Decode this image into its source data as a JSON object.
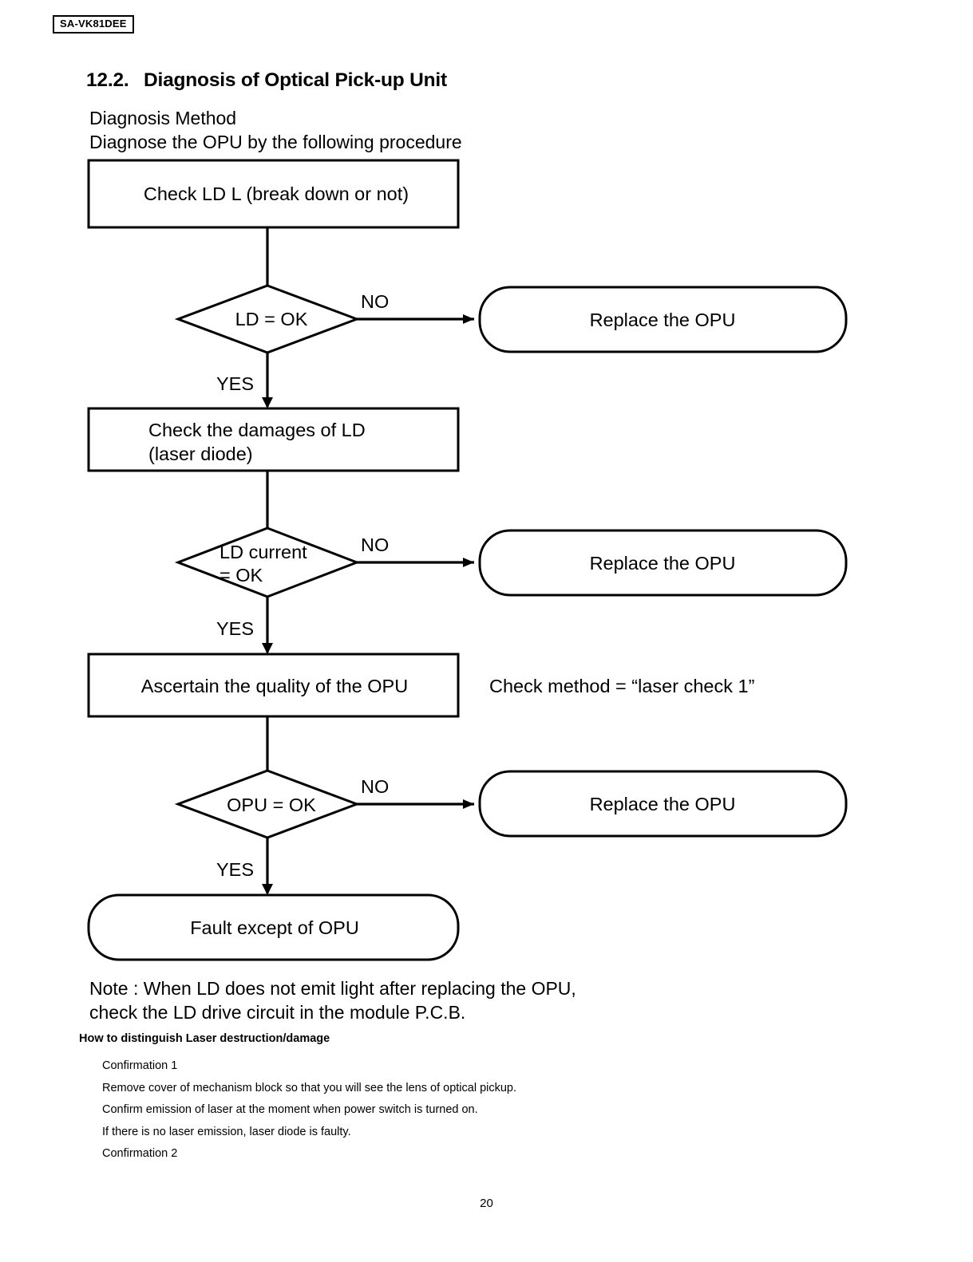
{
  "model_tag": "SA-VK81DEE",
  "section": {
    "number": "12.2.",
    "title": "Diagnosis of Optical Pick-up Unit"
  },
  "intro": {
    "line1": "Diagnosis Method",
    "line2": "Diagnose the OPU by the following procedure"
  },
  "flowchart": {
    "nodes": {
      "check_ld": "Check LD L (break down or not)",
      "decision_ld": "LD = OK",
      "replace_1": "Replace the OPU",
      "check_damages_line1": "Check the damages of LD",
      "check_damages_line2": "(laser diode)",
      "decision_current_line1": "LD current",
      "decision_current_line2": "= OK",
      "replace_2": "Replace the OPU",
      "ascertain": "Ascertain the quality of the OPU",
      "side_note": "Check method = “laser check 1”",
      "decision_opu": "OPU = OK",
      "replace_3": "Replace the OPU",
      "fault": "Fault except of OPU"
    },
    "branch_labels": {
      "no_1": "NO",
      "yes_1": "YES",
      "no_2": "NO",
      "yes_2": "YES",
      "no_3": "NO",
      "yes_3": "YES"
    }
  },
  "note": {
    "line1": "Note : When LD does not emit light after replacing the OPU,",
    "line2": "check the LD drive circuit in the module P.C.B."
  },
  "howto": {
    "heading": "How to distinguish Laser destruction/damage",
    "lines": [
      "Confirmation 1",
      "Remove cover of mechanism block so that you will see the lens of optical pickup.",
      "Confirm emission of laser at the moment when power switch is turned on.",
      "If there is no laser emission, laser diode is faulty.",
      "Confirmation 2"
    ]
  },
  "page_number": "20"
}
